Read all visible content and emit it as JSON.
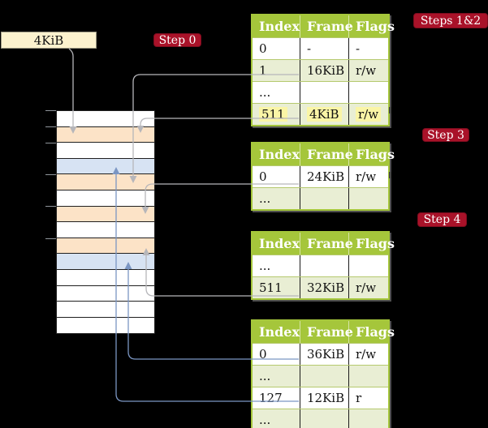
{
  "colors": {
    "badge-red": "#a91229",
    "table-green": "#a5c63b",
    "row-green": "#e9eed4",
    "highlight-yellow": "#faf5a6",
    "frame-cream": "#fcf2ce",
    "mem-orange": "#fce3c7",
    "mem-blue": "#d7e3f3",
    "line-gray": "#b6b6ba",
    "line-blue": "#7b96c3"
  },
  "labels": {
    "frame_size": "4KiB",
    "step0": "Step 0",
    "steps12": "Steps 1&2",
    "step3": "Step 3",
    "step4": "Step 4"
  },
  "memory": {
    "rows": [
      "free",
      "page-table",
      "free",
      "mapped",
      "page-table",
      "free",
      "page-table",
      "free",
      "page-table",
      "mapped",
      "free",
      "free",
      "free",
      "free"
    ]
  },
  "tables": [
    {
      "headers": [
        "Index",
        "Frame",
        "Flags"
      ],
      "rows": [
        {
          "cells": [
            "0",
            "-",
            "-"
          ]
        },
        {
          "cells": [
            "1",
            "16KiB",
            "r/w"
          ]
        },
        {
          "cells": [
            "...",
            "",
            ""
          ]
        },
        {
          "cells": [
            "511",
            "4KiB",
            "r/w"
          ]
        }
      ]
    },
    {
      "headers": [
        "Index",
        "Frame",
        "Flags"
      ],
      "rows": [
        {
          "cells": [
            "0",
            "24KiB",
            "r/w"
          ]
        },
        {
          "cells": [
            "...",
            "",
            ""
          ]
        }
      ]
    },
    {
      "headers": [
        "Index",
        "Frame",
        "Flags"
      ],
      "rows": [
        {
          "cells": [
            "...",
            "",
            ""
          ]
        },
        {
          "cells": [
            "511",
            "32KiB",
            "r/w"
          ]
        }
      ]
    },
    {
      "headers": [
        "Index",
        "Frame",
        "Flags"
      ],
      "rows": [
        {
          "cells": [
            "0",
            "36KiB",
            "r/w"
          ]
        },
        {
          "cells": [
            "...",
            "",
            ""
          ]
        },
        {
          "cells": [
            "127",
            "12KiB",
            "r"
          ]
        },
        {
          "cells": [
            "...",
            "",
            ""
          ]
        }
      ]
    }
  ]
}
